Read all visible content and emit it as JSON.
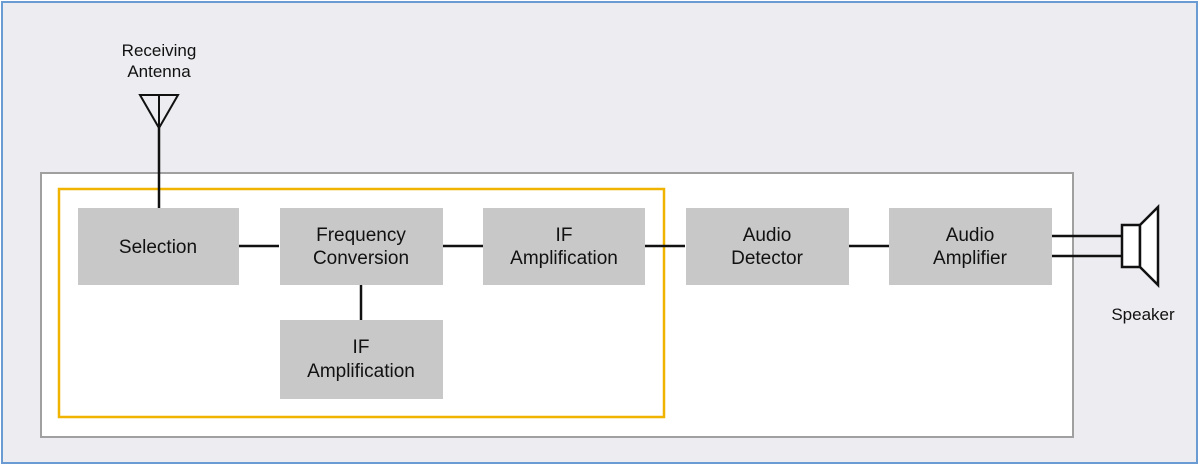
{
  "colors": {
    "frame_border": "#6a9bd2",
    "frame_background": "#ececf1",
    "receiver_box_background": "#ffffff",
    "receiver_box_border": "#a0a0a0",
    "highlight_border": "#f0b400",
    "block_fill": "#c8c8c8",
    "line": "#111111"
  },
  "antenna": {
    "label_line1": "Receiving",
    "label_line2": "Antenna"
  },
  "blocks": {
    "selection": {
      "line1": "Selection",
      "line2": ""
    },
    "frequency_conversion": {
      "line1": "Frequency",
      "line2": "Conversion"
    },
    "if_amplification_top": {
      "line1": "IF",
      "line2": "Amplification"
    },
    "if_amplification_bottom": {
      "line1": "IF",
      "line2": "Amplification"
    },
    "audio_detector": {
      "line1": "Audio",
      "line2": "Detector"
    },
    "audio_amplifier": {
      "line1": "Audio",
      "line2": "Amplifier"
    }
  },
  "speaker": {
    "label": "Speaker",
    "icon": "speaker-icon"
  }
}
